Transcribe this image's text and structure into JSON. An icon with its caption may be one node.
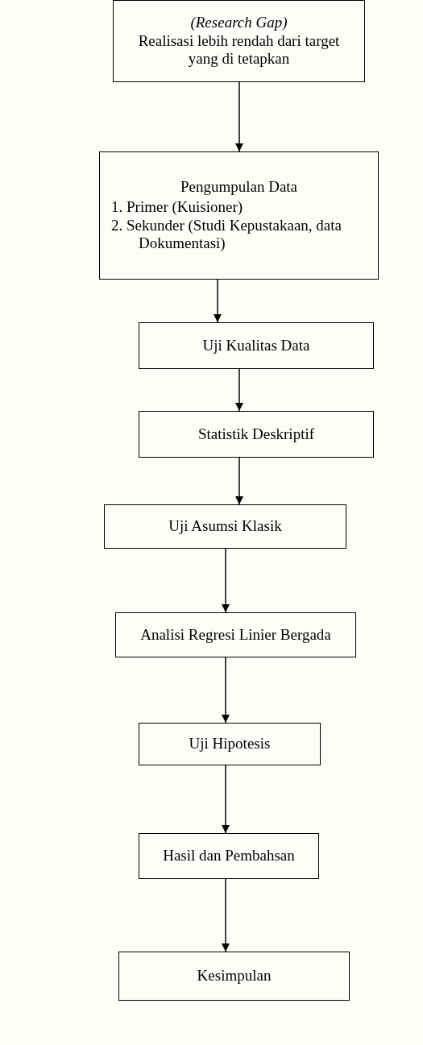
{
  "diagram": {
    "nodes": [
      {
        "text": [
          "(Research Gap)",
          "Realisasi lebih rendah dari target yang di tetapkan"
        ]
      },
      {
        "text": [
          "Pengumpulan Data",
          "1. Primer (Kuisioner)",
          "2. Sekunder (Studi Kepustakaan, data Dokumentasi)"
        ]
      },
      {
        "text": [
          "Uji Kualitas Data"
        ]
      },
      {
        "text": [
          "Statistik Deskriptif"
        ]
      },
      {
        "text": [
          "Uji Asumsi Klasik"
        ]
      },
      {
        "text": [
          "Analisi Regresi Linier Bergada"
        ]
      },
      {
        "text": [
          "Uji Hipotesis"
        ]
      },
      {
        "text": [
          "Hasil dan Pembahsan"
        ]
      },
      {
        "text": [
          "Kesimpulan"
        ]
      }
    ],
    "edges": [
      {
        "from": 0,
        "to": 1,
        "arrow": "to"
      },
      {
        "from": 1,
        "to": 2,
        "arrow": "to"
      },
      {
        "from": 2,
        "to": 3,
        "arrow": "to"
      },
      {
        "from": 3,
        "to": 4,
        "arrow": "to"
      },
      {
        "from": 4,
        "to": 5,
        "arrow": "to"
      },
      {
        "from": 5,
        "to": 6,
        "arrow": "to"
      },
      {
        "from": 6,
        "to": 7,
        "arrow": "to"
      },
      {
        "from": 7,
        "to": 8,
        "arrow": "to"
      }
    ]
  }
}
